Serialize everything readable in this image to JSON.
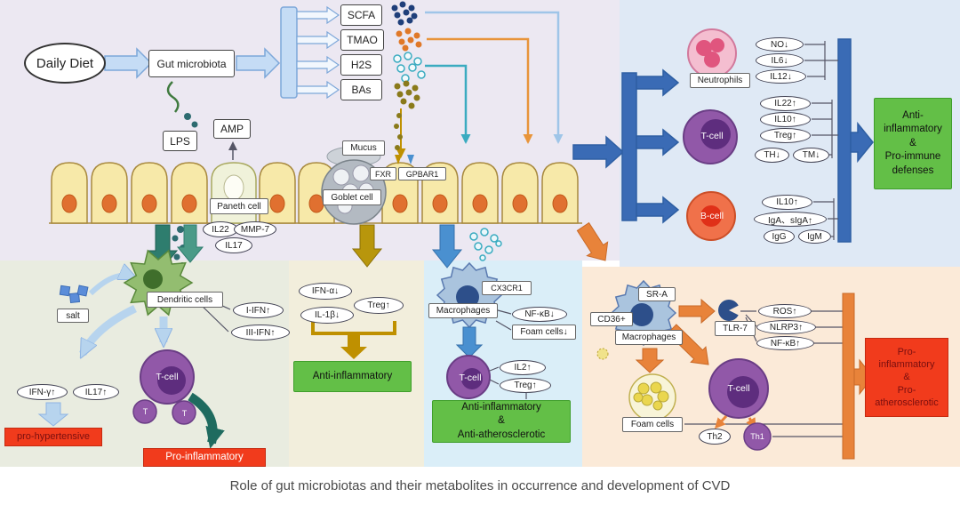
{
  "caption": "Role of gut microbiotas and their metabolites in occurrence and development of CVD",
  "colors": {
    "accent_green_box": "#63bf47",
    "accent_red_box": "#f13b1c",
    "arrow_blue": "#3a6bb5",
    "arrow_orange": "#e8833a",
    "arrow_olive": "#bf9000",
    "arrow_teal": "#2e7d6e"
  },
  "flow": {
    "daily_diet": "Daily Diet",
    "gut_microbiota": "Gut microbiota",
    "metabolites": [
      "SCFA",
      "TMAO",
      "H2S",
      "BAs"
    ],
    "lps": "LPS",
    "amp": "AMP",
    "paneth_cell": "Paneth cell",
    "mucus": "Mucus",
    "goblet_cell": "Goblet cell",
    "fxr": "FXR",
    "gpbar1": "GPBAR1",
    "paneth_factors": [
      "IL22",
      "MMP-7",
      "IL17"
    ]
  },
  "immune": {
    "neutrophils": {
      "label": "Neutrophils",
      "markers": [
        "NO↓",
        "IL6↓",
        "IL12↓"
      ]
    },
    "t_cell": {
      "label": "T-cell",
      "markers": [
        "IL22↑",
        "IL10↑",
        "Treg↑",
        "TH↓",
        "TM↓"
      ]
    },
    "b_cell": {
      "label": "B-cell",
      "markers": [
        "IL10↑",
        "IgA、sIgA↑",
        "IgG",
        "IgM"
      ]
    },
    "outcome": "Anti-\ninflammatory\n&\nPro-immune\ndefenses"
  },
  "salt_axis": {
    "salt": "salt",
    "dendritic": "Dendritic cells",
    "markers": [
      "I-IFN↑",
      "III-IFN↑"
    ],
    "t_cell": "T-cell",
    "t_small": "T",
    "hypertension_markers": [
      "IFN-γ↑",
      "IL17↑"
    ],
    "outcome_hypertensive": "pro-hypertensive",
    "outcome_inflammatory": "Pro-inflammatory"
  },
  "goblet_axis": {
    "markers": [
      "IFN-α↓",
      "IL-1β↓",
      "Treg↑"
    ],
    "outcome": "Anti-inflammatory"
  },
  "h2s_axis": {
    "cx3cr1": "CX3CR1",
    "macrophages": "Macrophages",
    "markers": [
      "NF-κB↓",
      "Foam cells↓"
    ],
    "t_cell": "T-cell",
    "t_markers": [
      "IL2↑",
      "Treg↑"
    ],
    "outcome": "Anti-inflammatory\n&\nAnti-atherosclerotic"
  },
  "tmao_axis": {
    "sr_a": "SR-A",
    "cd36": "CD36+",
    "macrophages": "Macrophages",
    "tlr7": "TLR-7",
    "markers": [
      "ROS↑",
      "NLRP3↑",
      "NF-κB↑"
    ],
    "foam_cells": "Foam cells",
    "t_cell": "T-cell",
    "th2": "Th2",
    "th1": "Th1",
    "outcome": "Pro-\ninflammatory\n&\nPro-\natherosclerotic"
  }
}
